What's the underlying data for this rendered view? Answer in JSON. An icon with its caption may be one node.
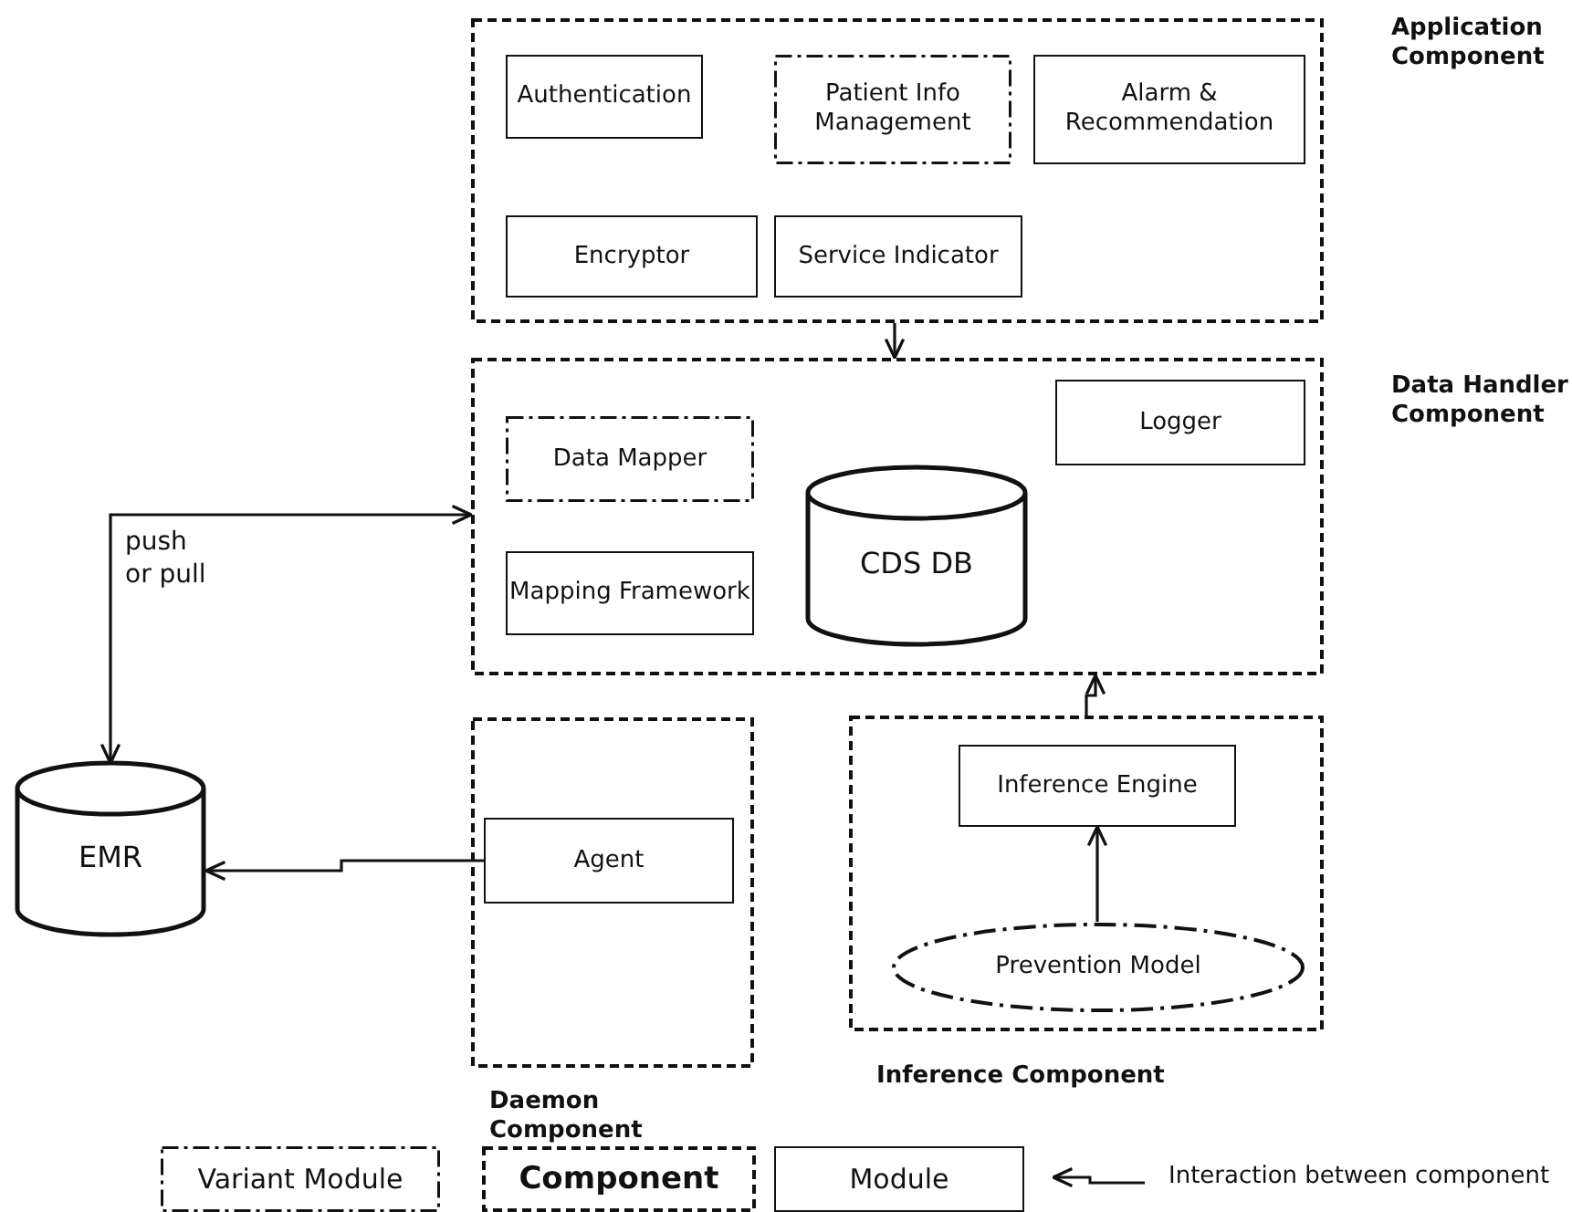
{
  "diagram": {
    "nodes": [
      {
        "text": [
          "Application Component"
        ]
      },
      {
        "text": [
          "Authentication"
        ],
        "in": 0
      },
      {
        "text": [
          "Patient Info Management"
        ],
        "in": 0
      },
      {
        "text": [
          "Alarm & Recommendation"
        ],
        "in": 0
      },
      {
        "text": [
          "Encryptor"
        ],
        "in": 0
      },
      {
        "text": [
          "Service Indicator"
        ],
        "in": 0
      },
      {
        "text": [
          "Data Handler Component"
        ]
      },
      {
        "text": [
          "Data Mapper"
        ],
        "in": 6
      },
      {
        "text": [
          "Mapping Framework"
        ],
        "in": 6
      },
      {
        "text": [
          "CDS DB"
        ],
        "in": 6
      },
      {
        "text": [
          "Logger"
        ],
        "in": 6
      },
      {
        "text": [
          "EMR"
        ]
      },
      {
        "text": [
          "Daemon Component"
        ]
      },
      {
        "text": [
          "Agent"
        ],
        "in": 12
      },
      {
        "text": [
          "Inference Component"
        ]
      },
      {
        "text": [
          "Inference Engine"
        ],
        "in": 14
      },
      {
        "text": [
          "Prevention Model"
        ],
        "in": 14
      }
    ],
    "edges": [
      {
        "from": 0,
        "to": 6,
        "arrow": "to"
      },
      {
        "from": 11,
        "to": 6,
        "arrow": "both",
        "label": "push or pull"
      },
      {
        "from": 13,
        "to": 11,
        "arrow": "to"
      },
      {
        "from": 14,
        "to": 6,
        "arrow": "to"
      },
      {
        "from": 16,
        "to": 15,
        "arrow": "to"
      }
    ],
    "legend": [
      {
        "text": "Variant Module"
      },
      {
        "text": "Component"
      },
      {
        "text": "Module"
      },
      {
        "text": "Interaction between component"
      }
    ]
  }
}
